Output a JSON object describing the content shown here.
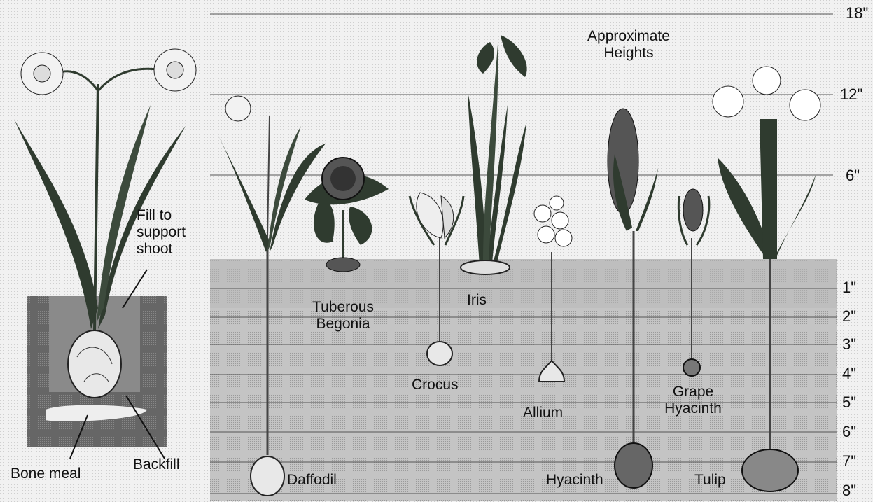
{
  "title": {
    "line1": "Approximate",
    "line2": "Heights"
  },
  "height_ticks": [
    "18\"",
    "12\"",
    "6\""
  ],
  "depth_ticks": [
    "1\"",
    "2\"",
    "3\"",
    "4\"",
    "5\"",
    "6\"",
    "7\"",
    "8\""
  ],
  "plants": {
    "tuberous_begonia": {
      "line1": "Tuberous",
      "line2": "Begonia"
    },
    "iris": "Iris",
    "crocus": "Crocus",
    "allium": "Allium",
    "grape_hyacinth": {
      "line1": "Grape",
      "line2": "Hyacinth"
    },
    "daffodil": "Daffodil",
    "hyacinth": "Hyacinth",
    "tulip": "Tulip"
  },
  "planting_diagram": {
    "fill": {
      "line1": "Fill to",
      "line2": "support",
      "line3": "shoot"
    },
    "bone_meal": "Bone meal",
    "backfill": "Backfill"
  },
  "colors": {
    "soil": "#c9c9c9",
    "soil_dark": "#6e6e6e",
    "leaf": "#2f3b2f",
    "line": "#333333"
  }
}
